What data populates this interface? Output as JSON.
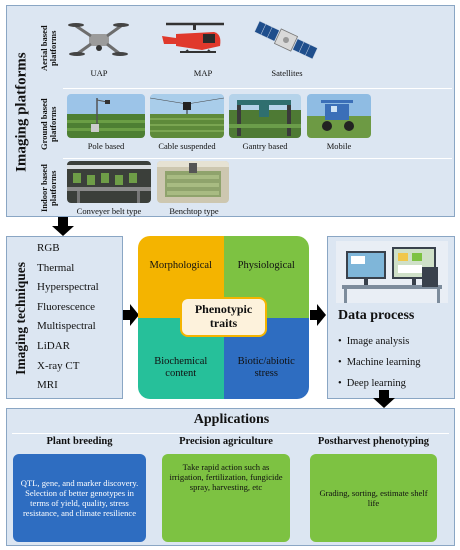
{
  "platforms": {
    "title": "Imaging platforms",
    "groups": [
      {
        "label": "Aerial based platforms",
        "items": [
          "UAP",
          "MAP",
          "Satellites"
        ]
      },
      {
        "label": "Ground based platforms",
        "items": [
          "Pole based",
          "Cable suspended",
          "Gantry based",
          "Mobile"
        ]
      },
      {
        "label": "Indoor based platforms",
        "items": [
          "Conveyer belt type",
          "Benchtop type"
        ]
      }
    ]
  },
  "techniques": {
    "title": "Imaging techniques",
    "items": [
      "RGB",
      "Thermal",
      "Hyperspectral",
      "Fluorescence",
      "Multispectral",
      "LiDAR",
      "X-ray CT",
      "MRI"
    ]
  },
  "traits": {
    "center": "Phenotypic traits",
    "quadrants": [
      "Morphological",
      "Physiological",
      "Biochemical content",
      "Biotic/abiotic stress"
    ]
  },
  "data_process": {
    "title": "Data process",
    "items": [
      "Image analysis",
      "Machine learning",
      "Deep learning"
    ]
  },
  "applications": {
    "title": "Applications",
    "sections": [
      {
        "heading": "Plant breeding",
        "text": "QTL, gene, and marker discovery. Selection of better genotypes in terms of yield, quality, stress resistance, and climate resilience"
      },
      {
        "heading": "Precision agriculture",
        "text": "Take rapid action such as irrigation, fertilization, fungicide spray, harvesting, etc"
      },
      {
        "heading": "Postharvest phenotyping",
        "text": "Grading, sorting, estimate shelf life"
      }
    ]
  },
  "colors": {
    "panel_bg": "#dce6f2",
    "morphological": "#f4b400",
    "physiological": "#7dc242",
    "biochemical": "#26c09a",
    "stress": "#2e6dc1",
    "center_box": "#fdf2dc"
  },
  "icons": [
    "drone-icon",
    "helicopter-icon",
    "satellite-icon",
    "pole-photo",
    "cable-photo",
    "gantry-photo",
    "mobile-photo",
    "conveyer-photo",
    "benchtop-photo",
    "computer-icon"
  ]
}
